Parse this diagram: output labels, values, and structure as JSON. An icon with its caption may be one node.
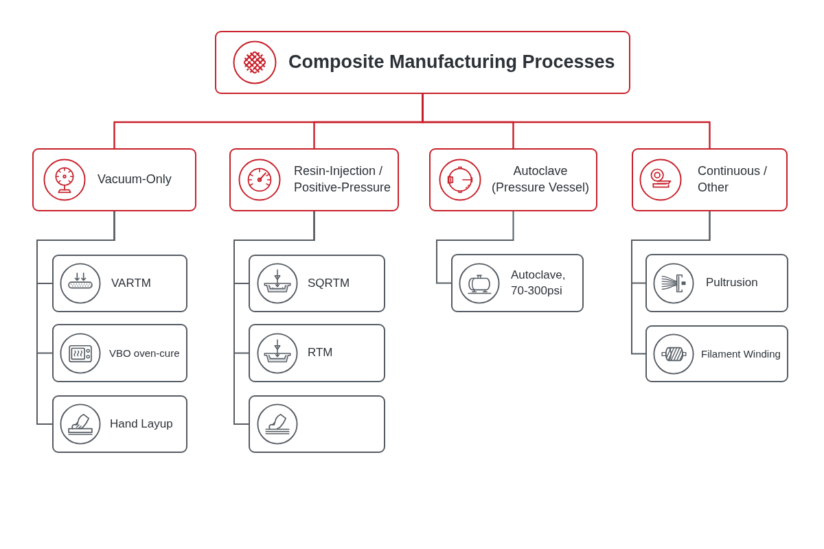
{
  "diagram": {
    "nodes": [
      {
        "text": [
          "Composite Manufacturing Processes"
        ]
      },
      {
        "text": [
          "Vacuum-Only"
        ]
      },
      {
        "text": [
          "Resin-Injection / Positive-Pressure"
        ]
      },
      {
        "text": [
          "Autoclave (Pressure Vessel)"
        ]
      },
      {
        "text": [
          "Continuous / Other"
        ]
      },
      {
        "text": [
          "VARTM"
        ]
      },
      {
        "text": [
          "VBO oven-cure"
        ]
      },
      {
        "text": [
          "Hand Layup"
        ]
      },
      {
        "text": [
          "SQRTM"
        ]
      },
      {
        "text": [
          "RTM"
        ]
      },
      {
        "text": [],
        "shape": "box"
      },
      {
        "text": [
          "Autoclave, 70-300psi"
        ]
      },
      {
        "text": [
          "Pultrusion"
        ]
      },
      {
        "text": [
          "Filament Winding"
        ]
      }
    ],
    "edges": [
      {
        "from": 0,
        "to": 1,
        "arrow": "none",
        "color": "#c8202a"
      },
      {
        "from": 0,
        "to": 2,
        "arrow": "none",
        "color": "#c8202a"
      },
      {
        "from": 0,
        "to": 3,
        "arrow": "none",
        "color": "#c8202a"
      },
      {
        "from": 0,
        "to": 4,
        "arrow": "none",
        "color": "#c8202a"
      },
      {
        "from": 1,
        "to": 5,
        "arrow": "none"
      },
      {
        "from": 1,
        "to": 6,
        "arrow": "none"
      },
      {
        "from": 1,
        "to": 7,
        "arrow": "none"
      },
      {
        "from": 2,
        "to": 8,
        "arrow": "none"
      },
      {
        "from": 2,
        "to": 9,
        "arrow": "none"
      },
      {
        "from": 2,
        "to": 10,
        "arrow": "none"
      },
      {
        "from": 3,
        "to": 11,
        "arrow": "none"
      },
      {
        "from": 4,
        "to": 12,
        "arrow": "none"
      },
      {
        "from": 4,
        "to": 13,
        "arrow": "none"
      }
    ]
  }
}
